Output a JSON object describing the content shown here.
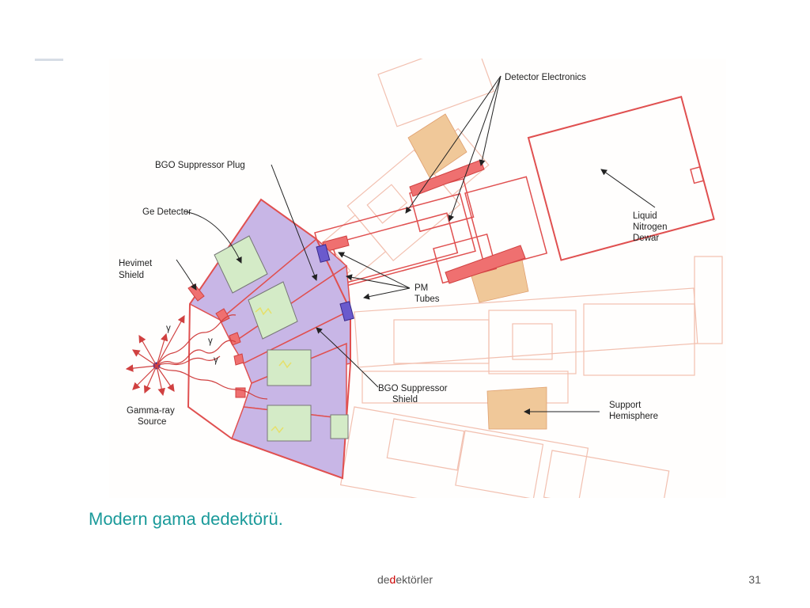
{
  "slide": {
    "caption": "Modern gama dedektörü.",
    "footer_prefix": "de",
    "footer_highlight": "d",
    "footer_suffix": "ektörler",
    "page_number": "31"
  },
  "diagram": {
    "labels": {
      "detector_electronics": "Detector Electronics",
      "bgo_plug": "BGO Suppressor Plug",
      "ge_detector": "Ge Detector",
      "hevimet_1": "Hevimet",
      "hevimet_2": "Shield",
      "liquid_1": "Liquid",
      "liquid_2": "Nitrogen",
      "liquid_3": "Dewar",
      "pm_1": "PM",
      "pm_2": "Tubes",
      "bgo_shield_1": "BGO Suppressor",
      "bgo_shield_2": "Shield",
      "source_1": "Gamma-ray",
      "source_2": "Source",
      "support_1": "Support",
      "support_2": "Hemisphere",
      "gamma": "γ"
    },
    "colors": {
      "faint_outline": "#f2c0b0",
      "red_outline": "#e05050",
      "bgo_fill": "#c8b6e6",
      "ge_fill": "#d4ebc7",
      "support_fill": "#f0c899",
      "arrow": "#222222",
      "ray": "#d04040"
    }
  }
}
